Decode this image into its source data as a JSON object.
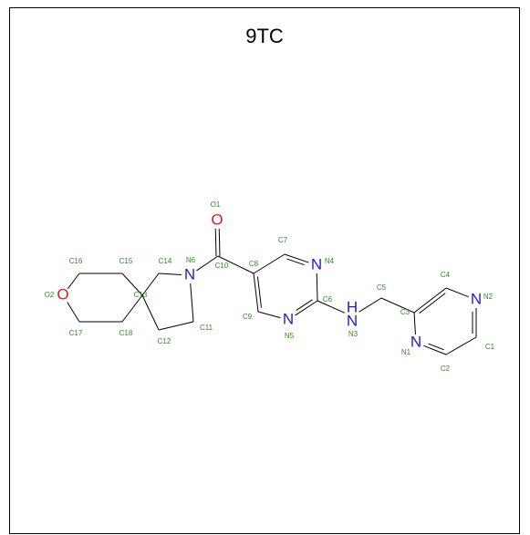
{
  "title": "9TC",
  "colors": {
    "N": "#1f1fcc",
    "O": "#e01b1b",
    "index": "#2e8b22",
    "bond": "#000000"
  },
  "atoms": [
    {
      "id": "O2",
      "element": "O",
      "label": "O"
    },
    {
      "id": "C16",
      "element": "C",
      "label": ""
    },
    {
      "id": "C15",
      "element": "C",
      "label": ""
    },
    {
      "id": "C13",
      "element": "C",
      "label": ""
    },
    {
      "id": "C18",
      "element": "C",
      "label": ""
    },
    {
      "id": "C17",
      "element": "C",
      "label": ""
    },
    {
      "id": "C14",
      "element": "C",
      "label": ""
    },
    {
      "id": "N6",
      "element": "N",
      "label": "N"
    },
    {
      "id": "C11",
      "element": "C",
      "label": ""
    },
    {
      "id": "C12",
      "element": "C",
      "label": ""
    },
    {
      "id": "C10",
      "element": "C",
      "label": ""
    },
    {
      "id": "O1",
      "element": "O",
      "label": "O"
    },
    {
      "id": "C8",
      "element": "C",
      "label": ""
    },
    {
      "id": "C7",
      "element": "C",
      "label": ""
    },
    {
      "id": "N4",
      "element": "N",
      "label": "N"
    },
    {
      "id": "C6",
      "element": "C",
      "label": ""
    },
    {
      "id": "N5",
      "element": "N",
      "label": "N"
    },
    {
      "id": "C9",
      "element": "C",
      "label": ""
    },
    {
      "id": "N3",
      "element": "N",
      "label": "H\nN"
    },
    {
      "id": "C5",
      "element": "C",
      "label": ""
    },
    {
      "id": "C3",
      "element": "C",
      "label": ""
    },
    {
      "id": "C4",
      "element": "C",
      "label": ""
    },
    {
      "id": "N2",
      "element": "N",
      "label": "N"
    },
    {
      "id": "C1",
      "element": "C",
      "label": ""
    },
    {
      "id": "C2",
      "element": "C",
      "label": ""
    },
    {
      "id": "N1",
      "element": "N",
      "label": "N"
    }
  ],
  "bonds": [
    [
      "O2",
      "C16",
      1
    ],
    [
      "C16",
      "C15",
      1
    ],
    [
      "C15",
      "C13",
      1
    ],
    [
      "C13",
      "C18",
      1
    ],
    [
      "C18",
      "C17",
      1
    ],
    [
      "C17",
      "O2",
      1
    ],
    [
      "C13",
      "C14",
      1
    ],
    [
      "C14",
      "N6",
      1
    ],
    [
      "N6",
      "C11",
      1
    ],
    [
      "C11",
      "C12",
      1
    ],
    [
      "C12",
      "C13",
      1
    ],
    [
      "N6",
      "C10",
      1
    ],
    [
      "C10",
      "O1",
      2
    ],
    [
      "C10",
      "C8",
      1
    ],
    [
      "C8",
      "C7",
      1
    ],
    [
      "C7",
      "N4",
      2
    ],
    [
      "N4",
      "C6",
      1
    ],
    [
      "C6",
      "N5",
      2
    ],
    [
      "N5",
      "C9",
      1
    ],
    [
      "C9",
      "C8",
      2
    ],
    [
      "C6",
      "N3",
      1
    ],
    [
      "N3",
      "C5",
      1
    ],
    [
      "C5",
      "C3",
      1
    ],
    [
      "C3",
      "C4",
      2
    ],
    [
      "C4",
      "N2",
      1
    ],
    [
      "N2",
      "C1",
      2
    ],
    [
      "C1",
      "C2",
      1
    ],
    [
      "C2",
      "N1",
      2
    ],
    [
      "N1",
      "C3",
      1
    ]
  ]
}
